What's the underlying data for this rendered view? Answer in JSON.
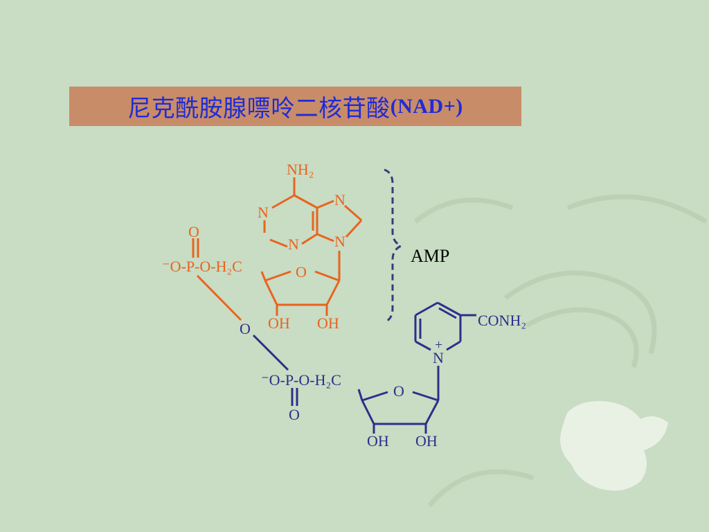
{
  "title": {
    "chinese": "尼克酰胺腺嘌呤二核苷酸",
    "paren_open": "(NAD",
    "charge": "+",
    "paren_close": ")"
  },
  "labels": {
    "amp": "AMP",
    "nh2": "NH₂",
    "n": "N",
    "o": "O",
    "oh": "OH",
    "plus": "+",
    "conh2": "CONH₂",
    "phosphate_top": "⁻O-P-O-H₂C",
    "phosphate_bottom": "⁻O-P-O-H₂C"
  },
  "colors": {
    "background": "#c9dcc4",
    "title_box": "#c98c68",
    "title_text": "#1f2bd6",
    "amp_part": "#e8641e",
    "nmn_part": "#2e2e8a",
    "label_text": "#000000"
  }
}
